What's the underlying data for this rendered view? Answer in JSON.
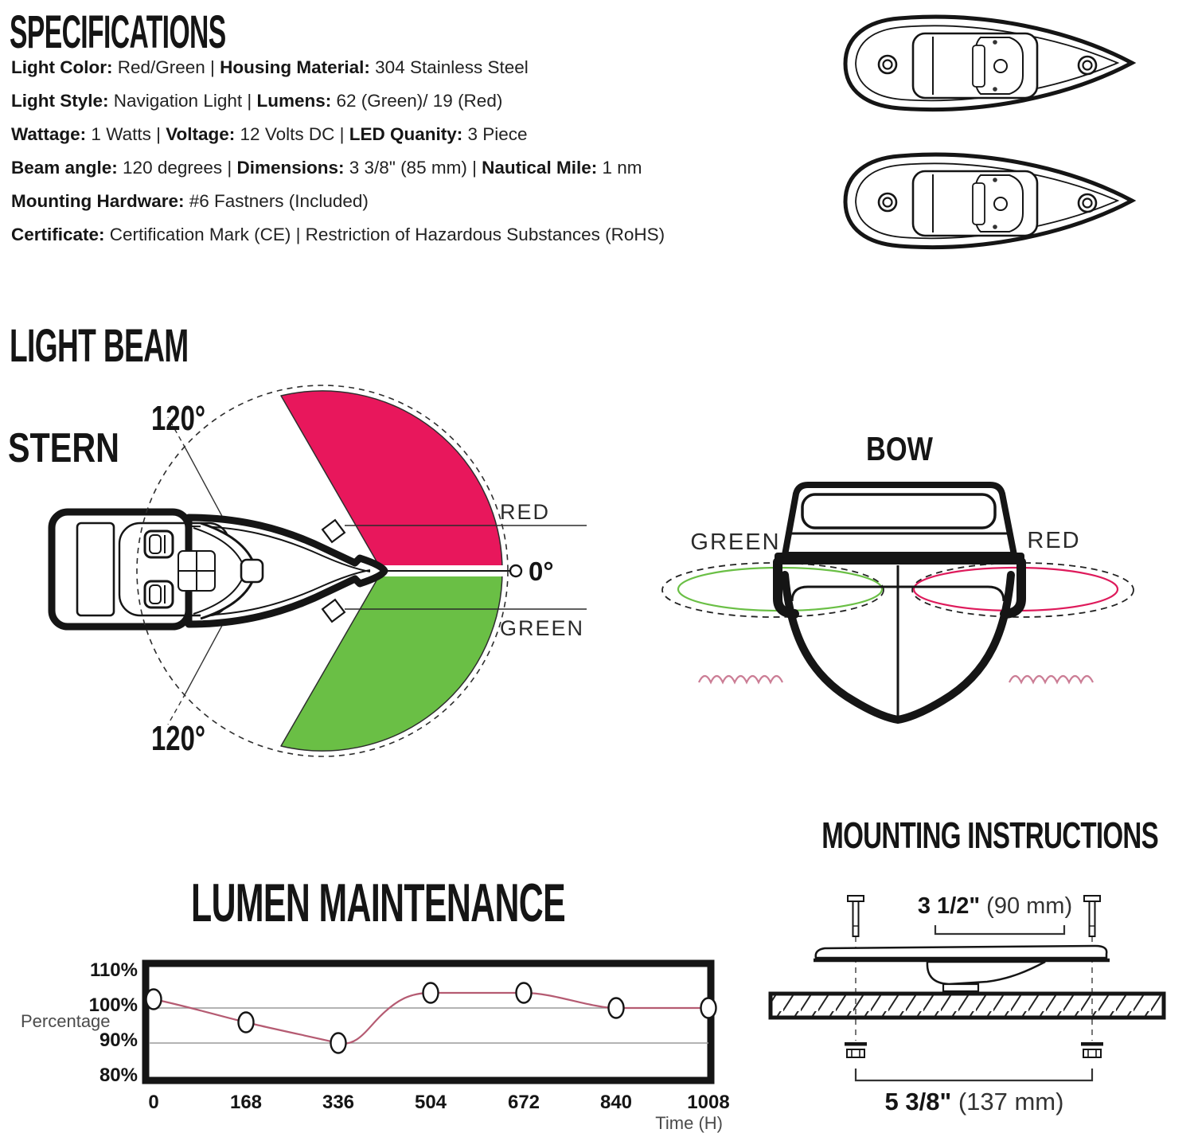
{
  "colors": {
    "red_sector": "#e8175c",
    "green_sector": "#6abf45",
    "bow_red_ellipse": "#de1a5b",
    "bow_green_ellipse": "#6abf45",
    "chart_line": "#b55b72",
    "waves": "#cb7d95",
    "ink": "#151515"
  },
  "specifications": {
    "title": "SPECIFICATIONS",
    "lines": [
      {
        "segs": [
          {
            "t": "Light Color:"
          },
          {
            "t": " Red/Green |  "
          },
          {
            "t": "Housing Material:"
          },
          {
            "t": " 304 Stainless Steel"
          }
        ]
      },
      {
        "segs": [
          {
            "t": "Light Style:"
          },
          {
            "t": " Navigation Light  |  "
          },
          {
            "t": "Lumens:"
          },
          {
            "t": " 62 (Green)/ 19 (Red)"
          }
        ]
      },
      {
        "segs": [
          {
            "t": "Wattage:"
          },
          {
            "t": " 1 Watts  |  "
          },
          {
            "t": "Voltage:"
          },
          {
            "t": " 12 Volts DC | "
          },
          {
            "t": "LED Quanity:"
          },
          {
            "t": " 3 Piece"
          }
        ]
      },
      {
        "segs": [
          {
            "t": "Beam angle:"
          },
          {
            "t": " 120 degrees |  "
          },
          {
            "t": "Dimensions:"
          },
          {
            "t": " 3 3/8\" (85 mm) | "
          },
          {
            "t": "Nautical Mile:"
          },
          {
            "t": " 1 nm"
          }
        ]
      },
      {
        "segs": [
          {
            "t": "Mounting Hardware:"
          },
          {
            "t": " #6 Fastners (Included)"
          }
        ]
      },
      {
        "segs": [
          {
            "t": "Certificate:"
          },
          {
            "t": " Certification Mark (CE) | Restriction of Hazardous Substances (RoHS)"
          }
        ]
      }
    ]
  },
  "light_beam": {
    "title": "LIGHT BEAM",
    "stern": "STERN",
    "angle_top": "120°",
    "angle_bottom": "120°",
    "red": "RED",
    "zero": "0°",
    "green": "GREEN"
  },
  "bow": {
    "title": "BOW",
    "green": "GREEN",
    "red": "RED"
  },
  "lumen": {
    "title": "LUMEN MAINTENANCE",
    "ylabel": "Percentage",
    "xlabel": "Time (H)",
    "yticks": [
      "110%",
      "100%",
      "90%",
      "80%"
    ],
    "xticks": [
      "0",
      "168",
      "336",
      "504",
      "672",
      "840",
      "1008"
    ]
  },
  "mounting": {
    "title": "MOUNTING INSTRUCTIONS",
    "dim_top": {
      "bold": "3 1/2\"",
      "rest": " (90 mm)"
    },
    "dim_bottom": {
      "bold": "5 3/8\"",
      "rest": " (137 mm)"
    }
  },
  "chart_data": {
    "type": "line",
    "title": "LUMEN MAINTENANCE",
    "x": [
      0,
      168,
      336,
      504,
      672,
      840,
      1008
    ],
    "series": [
      {
        "name": "Lumen maintenance",
        "values": [
          101.5,
          95,
          89,
          103.5,
          103.5,
          99,
          99
        ]
      }
    ],
    "xlabel": "Time (H)",
    "ylabel": "Percentage",
    "ylim": [
      80,
      110
    ],
    "yticks": [
      110,
      100,
      90,
      80
    ],
    "grid_lines_at": [
      99,
      89
    ],
    "line_color": "#b55b72",
    "marker": "open-ellipse",
    "legend": "none",
    "frame": "thick-black-border"
  }
}
